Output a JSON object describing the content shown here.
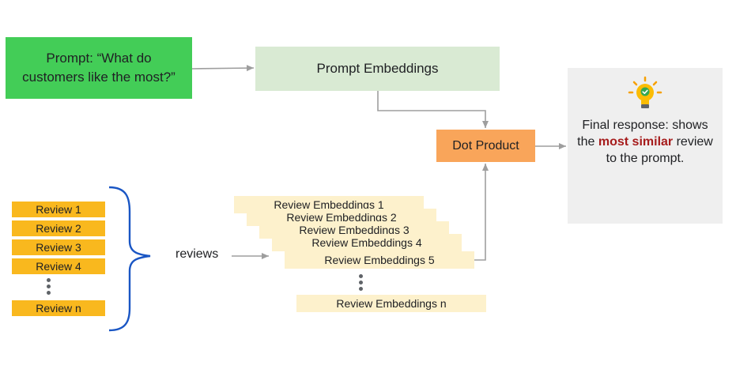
{
  "prompt_box": {
    "text": "Prompt: “What do customers like the most?”"
  },
  "prompt_embeddings": {
    "label": "Prompt Embeddings"
  },
  "dot_product": {
    "label": "Dot Product"
  },
  "final_response": {
    "line_before": "Final response: shows the",
    "highlight_1": "most",
    "highlight_2": "similar",
    "line_after": "review to the prompt.",
    "icon": "lightbulb-check-icon"
  },
  "reviews": {
    "items": [
      "Review 1",
      "Review 2",
      "Review 3",
      "Review 4"
    ],
    "last": "Review n"
  },
  "reviews_label": "reviews",
  "review_embeddings": {
    "items": [
      "Review Embeddings 1",
      "Review Embeddings 2",
      "Review Embeddings 3",
      "Review Embeddings 4",
      "Review Embeddings 5"
    ],
    "last": "Review Embeddings n"
  },
  "colors": {
    "prompt_box": "#43cd57",
    "prompt_embeddings": "#d9ead3",
    "dot_product": "#f9a55a",
    "final_box": "#efefef",
    "review": "#f9b81e",
    "embedding": "#fdf1cc",
    "brace": "#1a56c4",
    "highlight": "#a61c1c"
  }
}
